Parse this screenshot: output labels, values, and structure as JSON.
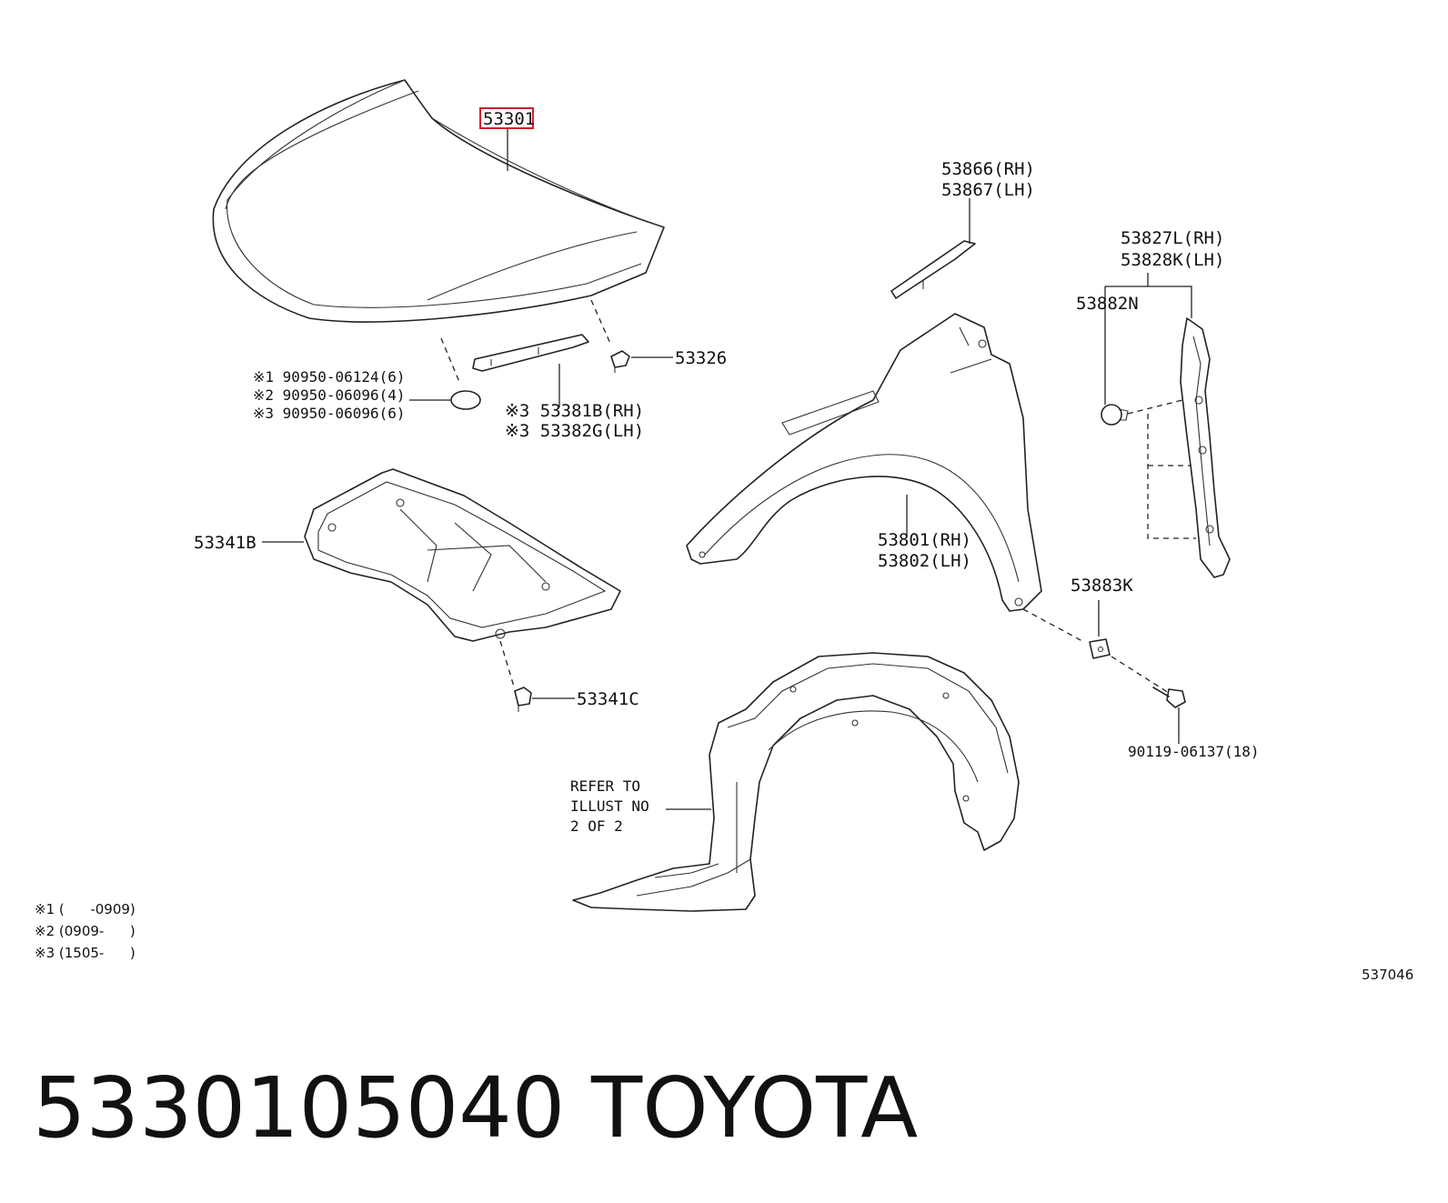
{
  "diagram_id": "537046",
  "footer": {
    "part_number": "5330105040",
    "brand": "TOYOTA"
  },
  "highlight_color": "#d01f2b",
  "labels": {
    "hood": "53301",
    "hood_clip": "53326",
    "seal_note1": "※1 90950-06124(6)",
    "seal_note2": "※2 90950-06096(4)",
    "seal_note3": "※3 90950-06096(6)",
    "seal_rh": "※3 53381B(RH)",
    "seal_lh": "※3 53382G(LH)",
    "insulator": "53341B",
    "insulator_clip": "53341C",
    "fender_seal_rh": "53866(RH)",
    "fender_seal_lh": "53867(LH)",
    "fender_rh": "53801(RH)",
    "fender_lh": "53802(LH)",
    "bracket_rh": "53827L(RH)",
    "bracket_lh": "53828K(LH)",
    "pad": "53882N",
    "nut": "53883K",
    "bolt": "90119-06137(18)",
    "refer_line1": "REFER TO",
    "refer_line2": "ILLUST NO",
    "refer_line3": "2 OF 2"
  },
  "legend": [
    "※1 (      -0909)",
    "※2 (0909-      )",
    "※3 (1505-      )"
  ],
  "icons": [
    "hood-panel-icon",
    "hood-seal-icon",
    "clip-icon",
    "hood-insulator-icon",
    "fender-icon",
    "fender-seal-icon",
    "fender-bracket-icon",
    "cushion-pad-icon",
    "clip-nut-icon",
    "bolt-icon",
    "fender-liner-icon"
  ]
}
